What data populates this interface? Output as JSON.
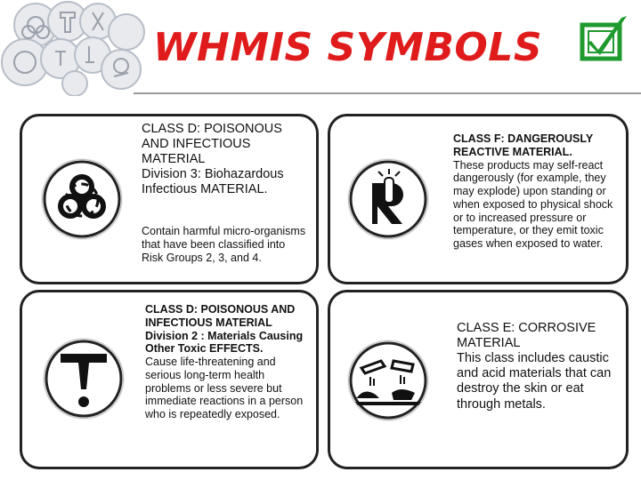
{
  "title": "WHMIS SYMBOLS",
  "colors": {
    "title": "#e01b1b",
    "check": "#1f9a2e",
    "border": "#222222"
  },
  "cards": [
    {
      "icon": "biohazard-icon",
      "heading": "CLASS D: POISONOUS AND INFECTIOUS MATERIAL",
      "division": "Division 3: Biohazardous Infectious MATERIAL.",
      "body": "Contain harmful micro-organisms that have been classified into Risk Groups 2, 3, and 4."
    },
    {
      "icon": "reactive-material-icon",
      "heading": "CLASS F: DANGEROUSLY REACTIVE MATERIAL.",
      "body": "These products may self-react dangerously (for example, they may explode) upon standing or when exposed to physical shock or to increased pressure or temperature, or they emit toxic gases when exposed to water."
    },
    {
      "icon": "toxic-effects-icon",
      "heading": "CLASS D: POISONOUS AND INFECTIOUS MATERIAL",
      "division": "Division 2 : Materials Causing Other Toxic EFFECTS.",
      "body": "Cause life-threatening and serious long-term health problems or less severe but immediate reactions in a person who is repeatedly exposed."
    },
    {
      "icon": "corrosive-icon",
      "heading": "CLASS E: CORROSIVE MATERIAL",
      "body": "This class includes caustic and acid materials that can destroy the skin or eat through metals."
    }
  ]
}
